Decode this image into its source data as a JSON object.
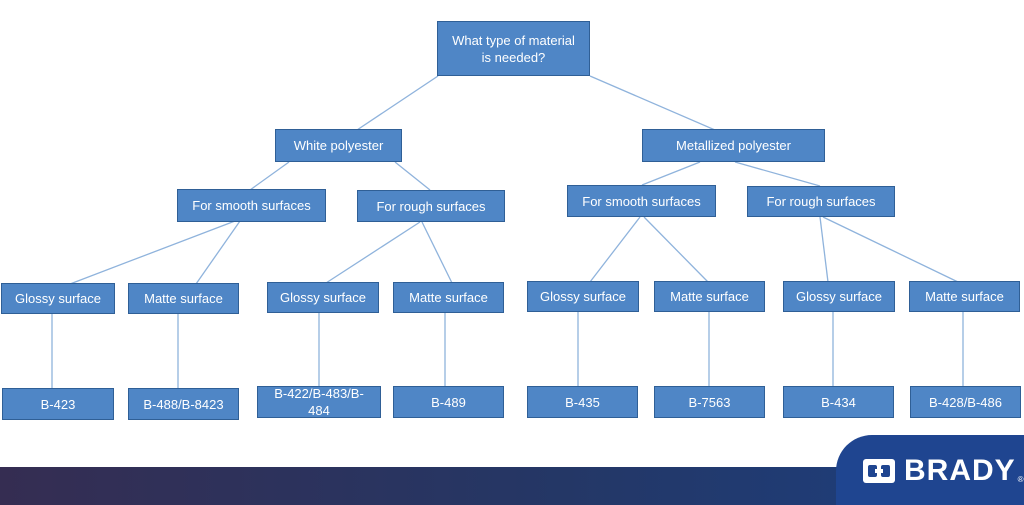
{
  "root": "What type of material\nis needed?",
  "branches": {
    "white": {
      "label": "White polyester",
      "smooth": "For smooth surfaces",
      "rough": "For rough surfaces",
      "smooth_glossy": "Glossy surface",
      "smooth_matte": "Matte surface",
      "rough_glossy": "Glossy surface",
      "rough_matte": "Matte surface",
      "smooth_glossy_product": "B-423",
      "smooth_matte_product": "B-488/B-8423",
      "rough_glossy_product": "B-422/B-483/B-484",
      "rough_matte_product": "B-489"
    },
    "metal": {
      "label": "Metallized polyester",
      "smooth": "For smooth surfaces",
      "rough": "For rough surfaces",
      "smooth_glossy": "Glossy surface",
      "smooth_matte": "Matte surface",
      "rough_glossy": "Glossy surface",
      "rough_matte": "Matte surface",
      "smooth_glossy_product": "B-435",
      "smooth_matte_product": "B-7563",
      "rough_glossy_product": "B-434",
      "rough_matte_product": "B-428/B-486"
    }
  },
  "footer": {
    "brand": "BRADY",
    "reg": "®"
  },
  "colors": {
    "node_fill": "#4f86c6",
    "node_border": "#2f5f96",
    "edge": "#8fb3dc",
    "footer": "#1f4590"
  }
}
